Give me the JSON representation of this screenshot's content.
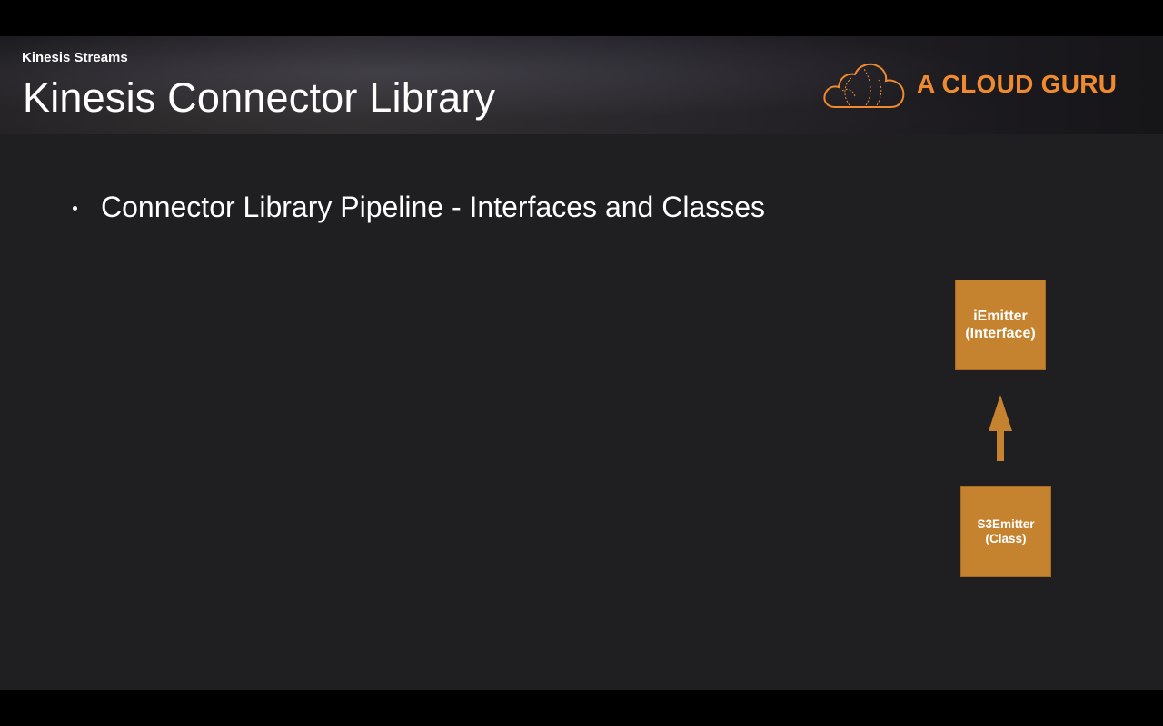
{
  "slide": {
    "section_label": "Kinesis Streams",
    "title": "Kinesis Connector Library",
    "brand": {
      "name": "A CLOUD GURU",
      "logo_icon": "cloud-logo-icon",
      "color": "#ee8a2f"
    },
    "bullets": [
      "Connector Library Pipeline - Interfaces and Classes"
    ],
    "diagram": {
      "interface_box": {
        "line1": "iEmitter",
        "line2": "(Interface)"
      },
      "class_box": {
        "line1": "S3Emitter",
        "line2": "(Class)"
      },
      "arrow_icon": "arrow-up-icon",
      "box_color": "#c5822f"
    }
  }
}
